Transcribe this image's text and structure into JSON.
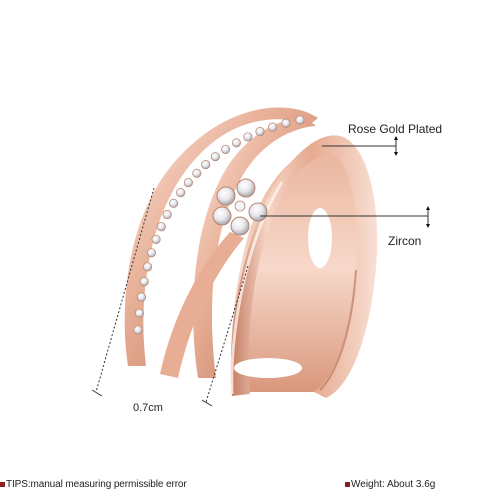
{
  "annotations": {
    "material_label": "Rose Gold Plated",
    "stone_label": "Zircon",
    "width_label": "0.7cm"
  },
  "footer": {
    "tips": "TIPS:manual measuring permissible error",
    "weight": "Weight: About 3.6g"
  },
  "colors": {
    "metal_light": "#f7d9cb",
    "metal_mid": "#e5ab92",
    "metal_dark": "#b36f57",
    "accent_bullet": "#8c1e1e"
  }
}
